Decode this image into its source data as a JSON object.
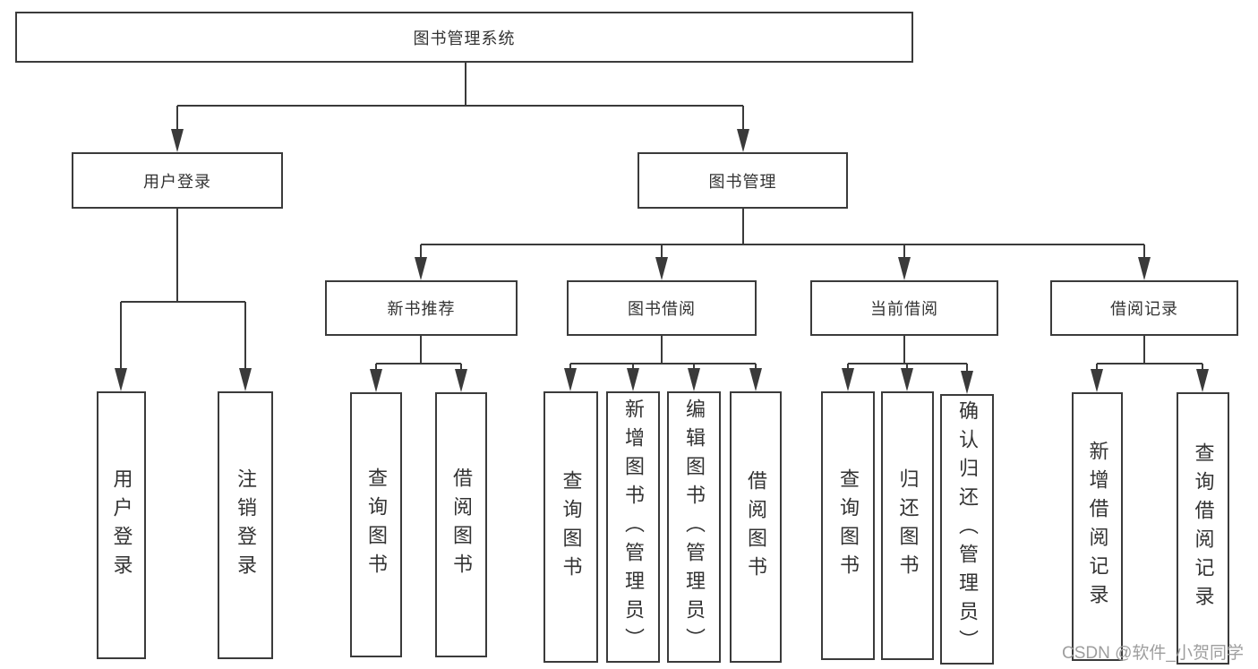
{
  "watermark": "CSDN @软件_小贺同学",
  "tree": {
    "root": {
      "label": "图书管理系统"
    },
    "user_login": {
      "label": "用户登录",
      "children": [
        {
          "label": "用户登录"
        },
        {
          "label": "注销登录"
        }
      ]
    },
    "book_mgmt": {
      "label": "图书管理",
      "groups": [
        {
          "label": "新书推荐",
          "children": [
            {
              "label": "查询图书"
            },
            {
              "label": "借阅图书"
            }
          ]
        },
        {
          "label": "图书借阅",
          "children": [
            {
              "label": "查询图书"
            },
            {
              "label": "新增图书（管理员）"
            },
            {
              "label": "编辑图书（管理员）"
            },
            {
              "label": "借阅图书"
            }
          ]
        },
        {
          "label": "当前借阅",
          "children": [
            {
              "label": "查询图书"
            },
            {
              "label": "归还图书"
            },
            {
              "label": "确认归还（管理员）"
            }
          ]
        },
        {
          "label": "借阅记录",
          "children": [
            {
              "label": "新增借阅记录"
            },
            {
              "label": "查询借阅记录"
            }
          ]
        }
      ]
    }
  }
}
